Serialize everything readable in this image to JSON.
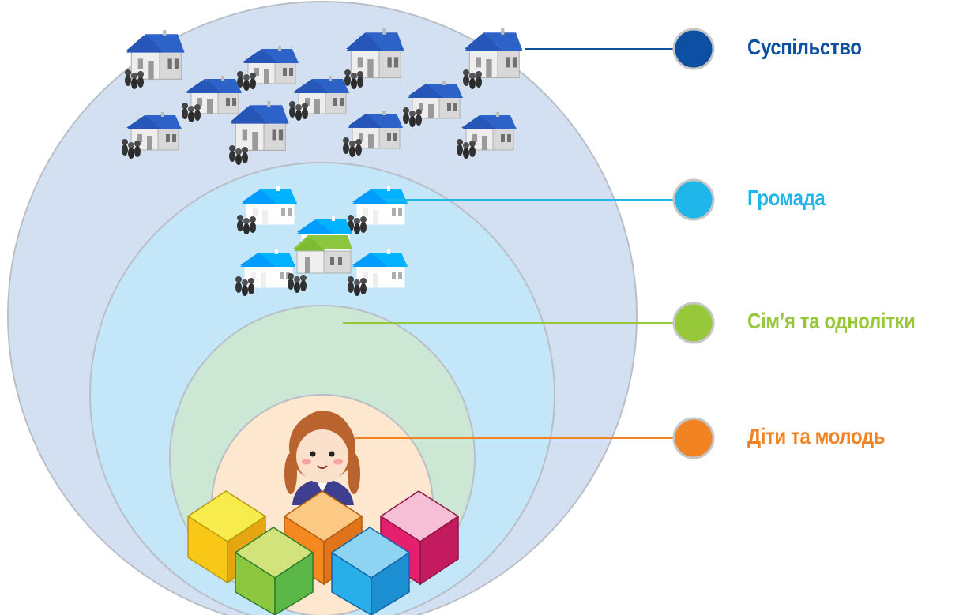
{
  "levels": [
    {
      "id": "society",
      "label": "Суспільство",
      "color": "#0d4fa3",
      "icon": "houses-with-people-cluster"
    },
    {
      "id": "community",
      "label": "Громада",
      "color": "#1fb6ea",
      "icon": "houses-with-people-cluster"
    },
    {
      "id": "family",
      "label": "Сім’я та однолітки",
      "color": "#96c83a",
      "icon": "house-with-family"
    },
    {
      "id": "children",
      "label": "Діти та молодь",
      "color": "#f28322",
      "icon": "child-with-blocks"
    }
  ],
  "fills": {
    "society": "#d3e0f2",
    "community": "#c3e6f8",
    "family": "#cde7d5",
    "children": "#fde7cf",
    "ring_stroke": "#b9bec7"
  },
  "blocks": [
    "yellow",
    "orange",
    "pink",
    "green",
    "blue"
  ]
}
